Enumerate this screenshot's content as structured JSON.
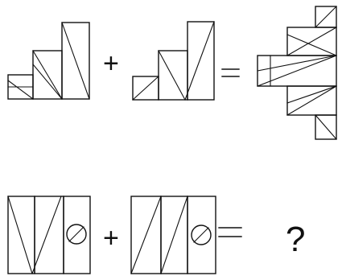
{
  "rows": [
    {
      "id": "example-row",
      "plus": "+",
      "equals": "=",
      "result": "figure"
    },
    {
      "id": "question-row",
      "plus": "+",
      "equals": "=",
      "result": "?"
    }
  ],
  "colors": {
    "ink": "#111111",
    "background": "#ffffff"
  },
  "icons": {
    "slashed-circle": "slashed-circle-icon"
  }
}
